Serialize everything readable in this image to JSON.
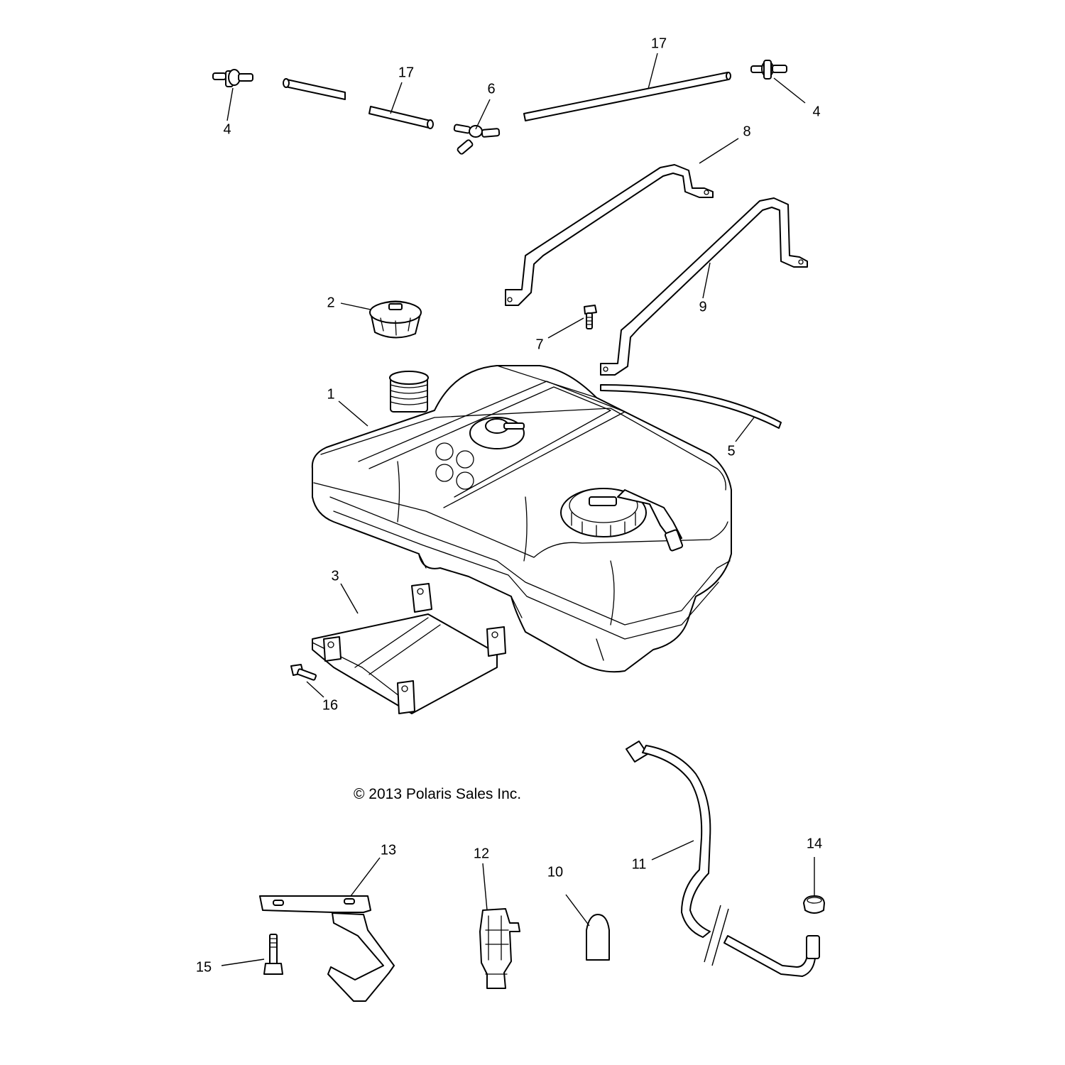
{
  "copyright": "© 2013 Polaris Sales Inc.",
  "callouts": [
    {
      "id": "1",
      "label": "1"
    },
    {
      "id": "2",
      "label": "2"
    },
    {
      "id": "3",
      "label": "3"
    },
    {
      "id": "4a",
      "label": "4"
    },
    {
      "id": "4b",
      "label": "4"
    },
    {
      "id": "5",
      "label": "5"
    },
    {
      "id": "6",
      "label": "6"
    },
    {
      "id": "7",
      "label": "7"
    },
    {
      "id": "8",
      "label": "8"
    },
    {
      "id": "9",
      "label": "9"
    },
    {
      "id": "10",
      "label": "10"
    },
    {
      "id": "11",
      "label": "11"
    },
    {
      "id": "12",
      "label": "12"
    },
    {
      "id": "13",
      "label": "13"
    },
    {
      "id": "14",
      "label": "14"
    },
    {
      "id": "15",
      "label": "15"
    },
    {
      "id": "16",
      "label": "16"
    },
    {
      "id": "17a",
      "label": "17"
    },
    {
      "id": "17b",
      "label": "17"
    }
  ]
}
